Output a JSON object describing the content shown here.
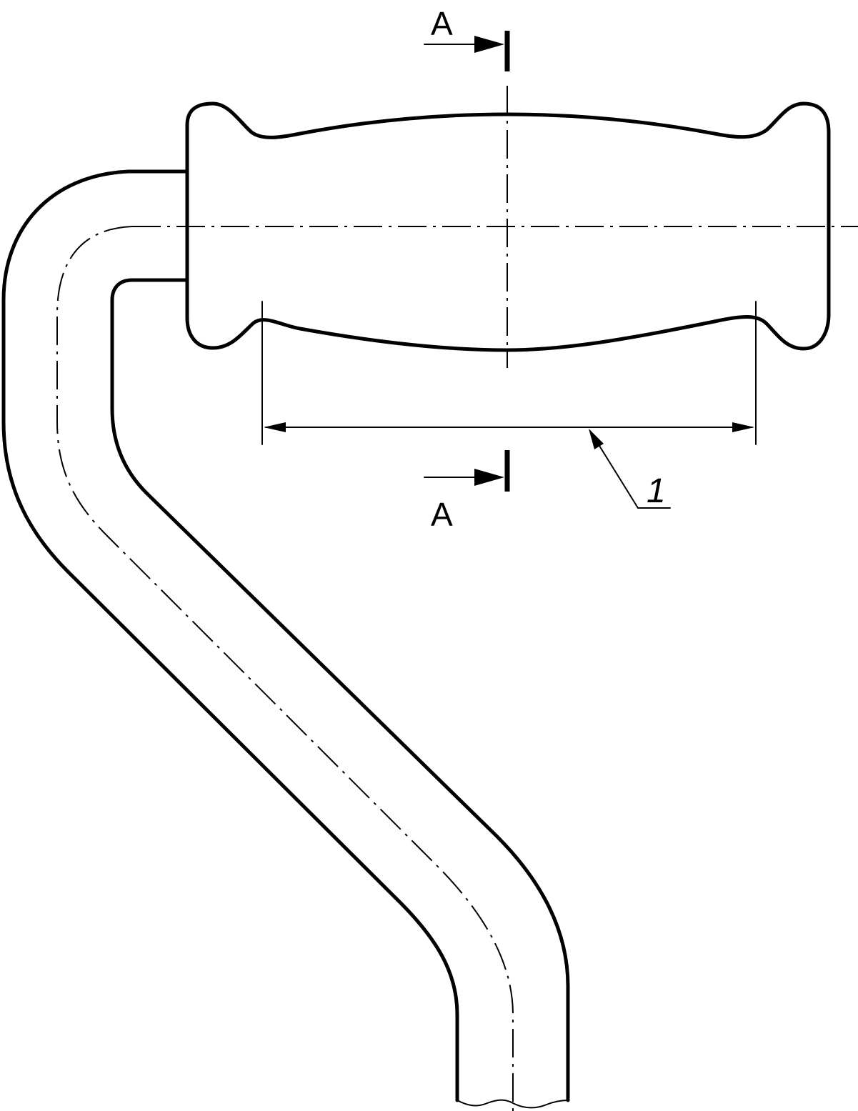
{
  "section_marker": {
    "top_label": "A",
    "bottom_label": "A"
  },
  "callout": {
    "label": "1"
  },
  "colors": {
    "line": "#000000",
    "background": "#ffffff"
  }
}
